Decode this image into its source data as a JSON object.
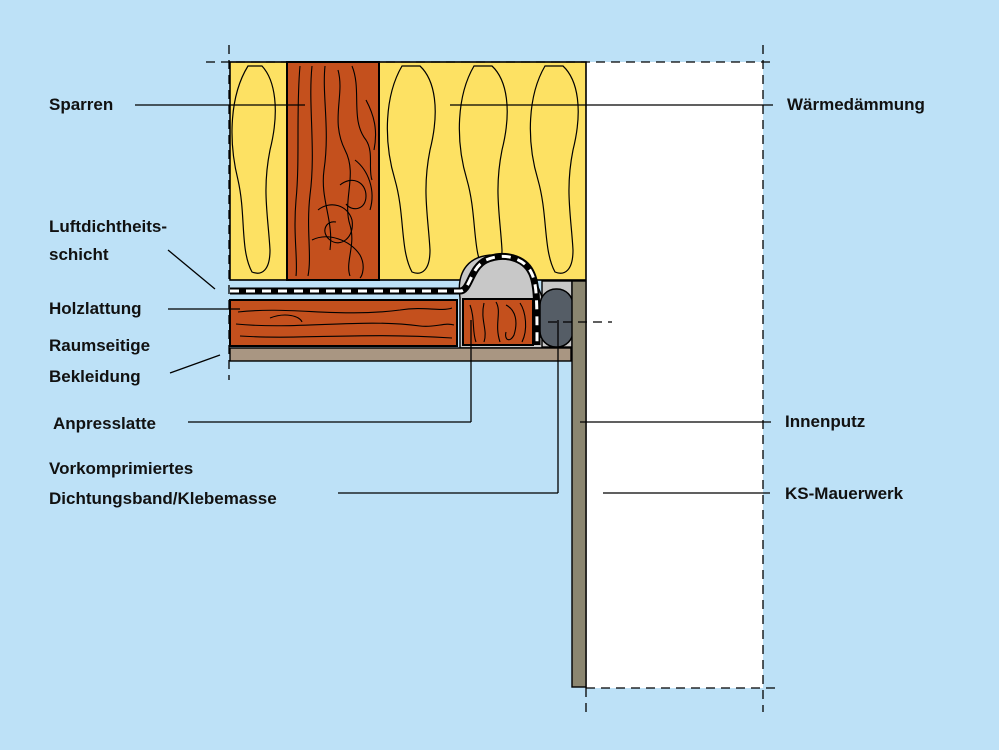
{
  "labels": {
    "sparren": "Sparren",
    "waermedaemmung": "Wärmedämmung",
    "luftdichtheit_line1": "Luftdichtheits-",
    "luftdichtheit_line2": "schicht",
    "holzlattung": "Holzlattung",
    "bekleidung_line1": "Raumseitige",
    "bekleidung_line2": "Bekleidung",
    "anpresslatte": "Anpresslatte",
    "innenputz": "Innenputz",
    "dichtung_line1": "Vorkomprimiertes",
    "dichtung_line2": "Dichtungsband/Klebemasse",
    "mauerwerk": "KS-Mauerwerk"
  },
  "colors": {
    "background": "#bde1f7",
    "insulation": "#fde163",
    "wood": "#c4501d",
    "plaster": "#8b8670",
    "masonry": "#ffffff",
    "sealant": "#c8c8c8",
    "sealing_tape": "#555d66",
    "lining": "#a99682"
  }
}
